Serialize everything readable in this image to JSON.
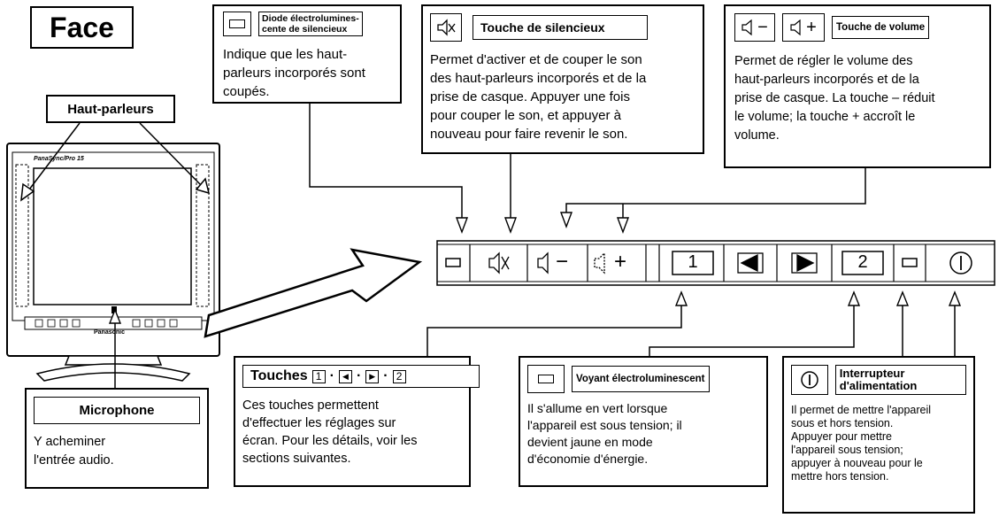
{
  "face_title": "Face",
  "speakers_label": "Haut-parleurs",
  "monitor": {
    "model": "PanaSync/Pro 15",
    "brand": "Panasonic"
  },
  "diode": {
    "title": "Diode électrolumines-\ncente de silencieux",
    "body": "Indique que les haut-\nparleurs incorporés sont\ncoupés."
  },
  "mute_key": {
    "title": "Touche de silencieux",
    "body": "Permet d'activer et de couper le son\ndes haut-parleurs incorporés et de la\nprise de casque. Appuyer une fois\npour couper le son, et appuyer à\nnouveau pour faire revenir le son."
  },
  "volume_key": {
    "title": "Touche de volume",
    "minus": "−",
    "plus": "+",
    "body": "Permet de régler le volume des\nhaut-parleurs incorporés et de la\nprise de casque. La touche – réduit\nle volume; la touche + accroît le\nvolume."
  },
  "panel": {
    "minus": "−",
    "plus": "+",
    "key1": "1",
    "key2": "2"
  },
  "touches": {
    "title": "Touches",
    "key1": "1",
    "key2": "2",
    "sep": "·",
    "body": "Ces touches permettent\nd'effectuer les réglages sur\nécran. Pour les détails, voir les\nsections suivantes."
  },
  "microphone": {
    "title": "Microphone",
    "body": "Y acheminer\nl'entrée audio."
  },
  "voyant": {
    "title": "Voyant électroluminescent",
    "body": "Il s'allume en vert lorsque\nl'appareil est sous tension; il\ndevient jaune en mode\nd'économie d'énergie."
  },
  "power": {
    "title": "Interrupteur\nd'alimentation",
    "body": "Il permet de mettre l'appareil\nsous et hors tension.\nAppuyer pour mettre\nl'appareil sous tension;\nappuyer à nouveau pour le\nmettre hors tension."
  }
}
